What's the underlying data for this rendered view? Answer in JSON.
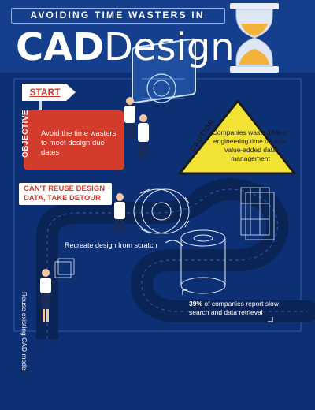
{
  "header": {
    "subtitle": "AVOIDING TIME WASTERS IN",
    "title_bold": "CAD",
    "title_light": "Design"
  },
  "start": {
    "label": "START"
  },
  "objective": {
    "label": "OBJECTIVE",
    "text": "Avoid the time wasters to meet design due dates"
  },
  "caution": {
    "label": "CAUTION",
    "text_pre": "Companies waste ",
    "text_bold": "15%",
    "text_post": " of engineering time on non-value-added data management"
  },
  "detour": {
    "text": "CAN'T REUSE DESIGN DATA, TAKE DETOUR"
  },
  "recreate": {
    "text": "Recreate design from scratch"
  },
  "reuse": {
    "text": "Reuse existing CAD model"
  },
  "report": {
    "bold": "39%",
    "text": " of companies report slow search and data retrieval"
  },
  "colors": {
    "background": "#0d2f73",
    "header": "#153e8c",
    "accent_red": "#d33b2c",
    "caution_yellow": "#f2e233",
    "hourglass_sand": "#f3b23a"
  }
}
